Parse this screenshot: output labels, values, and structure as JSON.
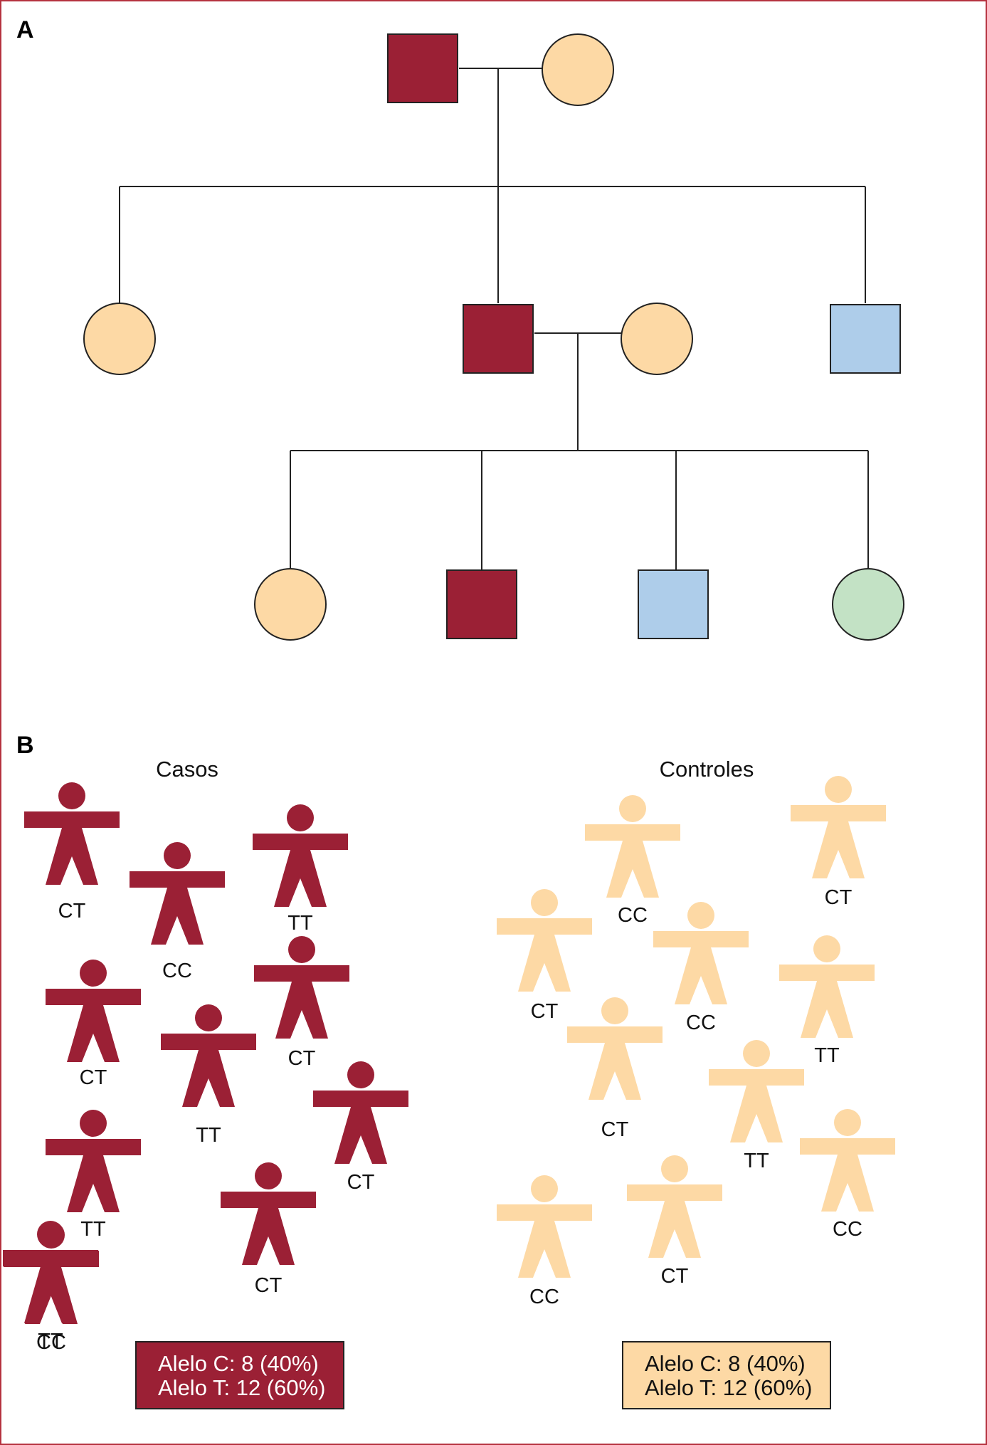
{
  "colors": {
    "frame": "#b5323f",
    "affected": "#9b2035",
    "unaffected_female": "#fdd9a5",
    "blue": "#aecdea",
    "green": "#c3e2c5",
    "line": "#222222"
  },
  "panel_a": {
    "label": "A",
    "individuals": [
      {
        "id": "g1-father",
        "shape": "square",
        "fill": "affected"
      },
      {
        "id": "g1-mother",
        "shape": "circle",
        "fill": "unaffected_female"
      },
      {
        "id": "g2-daughter",
        "shape": "circle",
        "fill": "unaffected_female"
      },
      {
        "id": "g2-son",
        "shape": "square",
        "fill": "affected"
      },
      {
        "id": "g2-spouse",
        "shape": "circle",
        "fill": "unaffected_female"
      },
      {
        "id": "g2-son-2",
        "shape": "square",
        "fill": "blue"
      },
      {
        "id": "g3-daughter-1",
        "shape": "circle",
        "fill": "unaffected_female"
      },
      {
        "id": "g3-son-1",
        "shape": "square",
        "fill": "affected"
      },
      {
        "id": "g3-son-2",
        "shape": "square",
        "fill": "blue"
      },
      {
        "id": "g3-daughter-2",
        "shape": "circle",
        "fill": "green"
      }
    ]
  },
  "panel_b": {
    "label": "B",
    "cases": {
      "title": "Casos",
      "genotypes": [
        "CT",
        "CC",
        "TT",
        "CT",
        "TT",
        "CT",
        "CT",
        "TT",
        "CT",
        "TT",
        "CC"
      ],
      "summary": [
        "Alelo C: 8 (40%)",
        "Alelo T: 12 (60%)"
      ]
    },
    "controls": {
      "title": "Controles",
      "genotypes": [
        "CC",
        "CT",
        "CT",
        "CC",
        "TT",
        "CT",
        "TT",
        "CC",
        "CC",
        "CT"
      ],
      "summary": [
        "Alelo C: 8 (40%)",
        "Alelo T: 12 (60%)"
      ]
    }
  }
}
